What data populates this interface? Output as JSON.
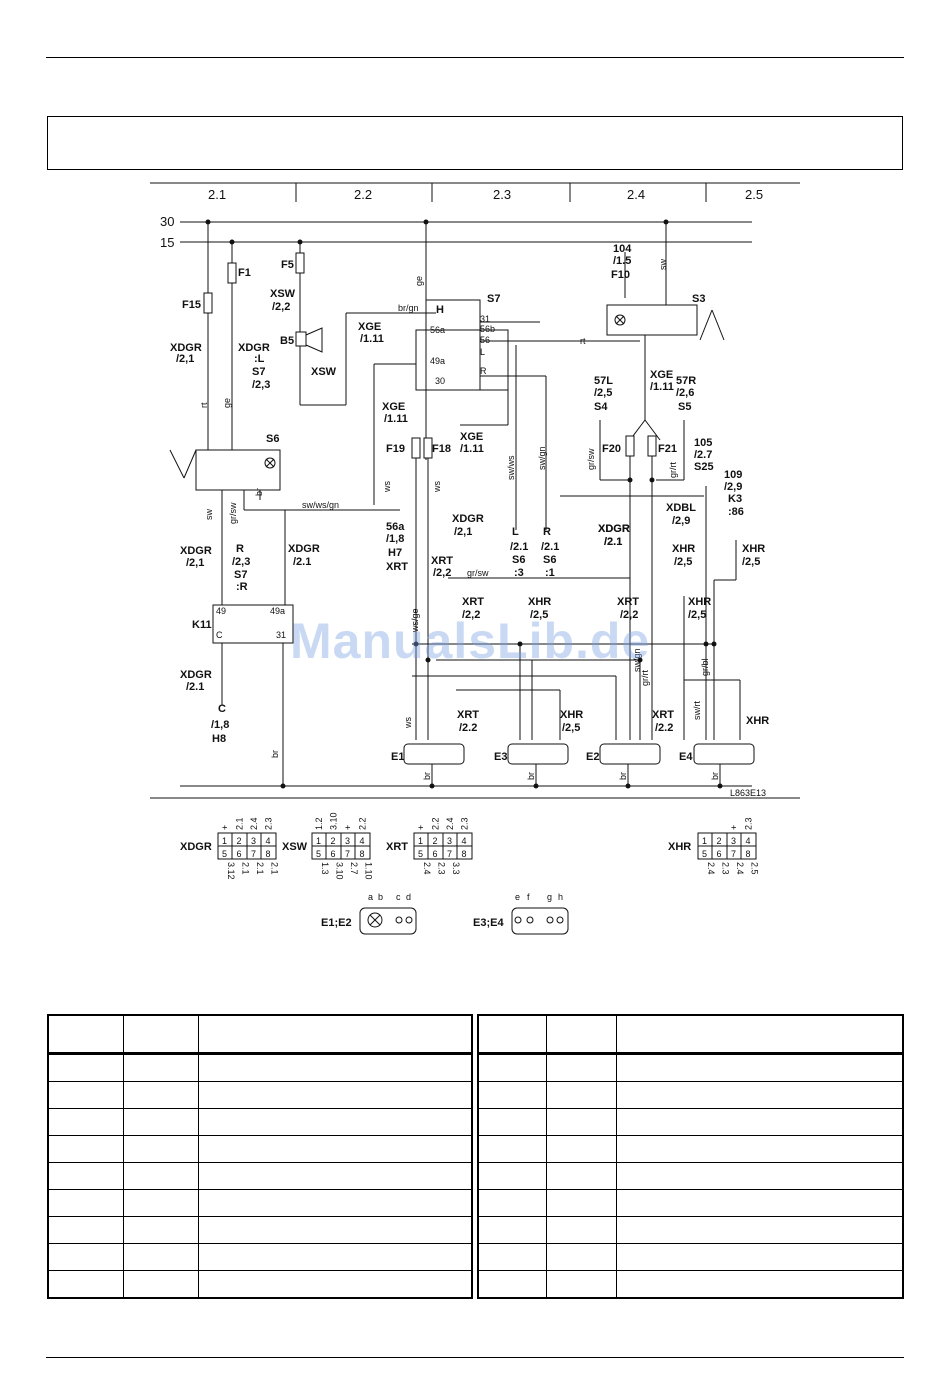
{
  "columns": [
    "2.1",
    "2.2",
    "2.3",
    "2.4",
    "2.5"
  ],
  "rails": [
    "30",
    "15"
  ],
  "drawing_code": "L863E13",
  "watermark": "ManualsLib.de",
  "labels": [
    {
      "id": "f15",
      "text": "F15"
    },
    {
      "id": "f1",
      "text": "F1"
    },
    {
      "id": "f5",
      "text": "F5"
    },
    {
      "id": "xdgr1",
      "text": "XDGR"
    },
    {
      "id": "xdgr1r",
      "text": "/2,1"
    },
    {
      "id": "xdgr2",
      "text": "XDGR"
    },
    {
      "id": "xdgr2b",
      "text": ":L"
    },
    {
      "id": "s7ref",
      "text": "S7"
    },
    {
      "id": "s7refb",
      "text": "/2,3"
    },
    {
      "id": "xsw1",
      "text": "XSW"
    },
    {
      "id": "xsw1r",
      "text": "/2,2"
    },
    {
      "id": "b5",
      "text": "B5"
    },
    {
      "id": "xsw2",
      "text": "XSW"
    },
    {
      "id": "xge1",
      "text": "XGE"
    },
    {
      "id": "xge1r",
      "text": "/1.11"
    },
    {
      "id": "h",
      "text": "H"
    },
    {
      "id": "brgn",
      "text": "br/gn"
    },
    {
      "id": "s7",
      "text": "S7"
    },
    {
      "id": "t31",
      "text": "31"
    },
    {
      "id": "t56a",
      "text": "56a"
    },
    {
      "id": "t56b",
      "text": "56b"
    },
    {
      "id": "t56",
      "text": "56"
    },
    {
      "id": "t49a",
      "text": "49a"
    },
    {
      "id": "tL",
      "text": "L"
    },
    {
      "id": "tR",
      "text": "R"
    },
    {
      "id": "t30",
      "text": "30"
    },
    {
      "id": "ge",
      "text": "ge"
    },
    {
      "id": "rt1",
      "text": "rt"
    },
    {
      "id": "n104",
      "text": "104"
    },
    {
      "id": "n15",
      "text": "/1.5"
    },
    {
      "id": "f10",
      "text": "F10"
    },
    {
      "id": "s3",
      "text": "S3"
    },
    {
      "id": "xge3",
      "text": "XGE"
    },
    {
      "id": "xge3r",
      "text": "/1.11"
    },
    {
      "id": "l57",
      "text": "57L"
    },
    {
      "id": "l57r",
      "text": "/2,5"
    },
    {
      "id": "s4",
      "text": "S4"
    },
    {
      "id": "r57",
      "text": "57R"
    },
    {
      "id": "r57r",
      "text": "/2,6"
    },
    {
      "id": "s5",
      "text": "S5"
    },
    {
      "id": "xge2",
      "text": "XGE"
    },
    {
      "id": "xge2r",
      "text": "/1.11"
    },
    {
      "id": "xge4",
      "text": "XGE"
    },
    {
      "id": "xge4r",
      "text": "/1.11"
    },
    {
      "id": "f19",
      "text": "F19"
    },
    {
      "id": "f18",
      "text": "F18"
    },
    {
      "id": "f20",
      "text": "F20"
    },
    {
      "id": "f21",
      "text": "F21"
    },
    {
      "id": "s6",
      "text": "S6"
    },
    {
      "id": "swwsgn",
      "text": "sw/ws/gn"
    },
    {
      "id": "swws",
      "text": "sw/ws"
    },
    {
      "id": "swgn",
      "text": "sw/gn"
    },
    {
      "id": "n105",
      "text": "105"
    },
    {
      "id": "n27",
      "text": "/2.7"
    },
    {
      "id": "s25",
      "text": "S25"
    },
    {
      "id": "n109",
      "text": "109"
    },
    {
      "id": "n29",
      "text": "/2,9"
    },
    {
      "id": "k3",
      "text": "K3"
    },
    {
      "id": "k386",
      "text": ":86"
    },
    {
      "id": "xdbl",
      "text": "XDBL"
    },
    {
      "id": "xdblr",
      "text": "/2,9"
    },
    {
      "id": "xhr1",
      "text": "XHR"
    },
    {
      "id": "xhr1r",
      "text": "/2,5"
    },
    {
      "id": "xhr2",
      "text": "XHR"
    },
    {
      "id": "xhr2r",
      "text": "/2,5"
    },
    {
      "id": "xdgr3",
      "text": "XDGR"
    },
    {
      "id": "xdgr3r",
      "text": "/2.1"
    },
    {
      "id": "xdgr4",
      "text": "XDGR"
    },
    {
      "id": "xdgr4r",
      "text": "/2,1"
    },
    {
      "id": "r1",
      "text": "R"
    },
    {
      "id": "r23",
      "text": "/2,3"
    },
    {
      "id": "s7r",
      "text": "S7"
    },
    {
      "id": "s7rr",
      "text": ":R"
    },
    {
      "id": "xdgr5",
      "text": "XDGR"
    },
    {
      "id": "xdgr5r",
      "text": "/2.1"
    },
    {
      "id": "n56a",
      "text": "56a"
    },
    {
      "id": "n18",
      "text": "/1,8"
    },
    {
      "id": "h7",
      "text": "H7"
    },
    {
      "id": "xrt1",
      "text": "XRT"
    },
    {
      "id": "xrt2",
      "text": "XRT"
    },
    {
      "id": "xrt2r",
      "text": "/2,2"
    },
    {
      "id": "xdgr6",
      "text": "XDGR"
    },
    {
      "id": "xdgr6r",
      "text": "/2,1"
    },
    {
      "id": "l1",
      "text": "L"
    },
    {
      "id": "l1r",
      "text": "/2.1"
    },
    {
      "id": "s6a",
      "text": "S6"
    },
    {
      "id": "s6a3",
      "text": ":3"
    },
    {
      "id": "r2",
      "text": "R"
    },
    {
      "id": "r2r",
      "text": "/2.1"
    },
    {
      "id": "s6b",
      "text": "S6"
    },
    {
      "id": "s6b1",
      "text": ":1"
    },
    {
      "id": "xdgr7",
      "text": "XDGR"
    },
    {
      "id": "xdgr7r",
      "text": "/2.1"
    },
    {
      "id": "grsw1",
      "text": "gr/sw"
    },
    {
      "id": "grsw2",
      "text": "gr/sw"
    },
    {
      "id": "grsw3",
      "text": "gr/sw"
    },
    {
      "id": "grrt1",
      "text": "gr/rt"
    },
    {
      "id": "grrt2",
      "text": "gr/rt"
    },
    {
      "id": "sw1",
      "text": "sw"
    },
    {
      "id": "sw2",
      "text": "sw"
    },
    {
      "id": "xrt3",
      "text": "XRT"
    },
    {
      "id": "xrt3r",
      "text": "/2,2"
    },
    {
      "id": "xhr3",
      "text": "XHR"
    },
    {
      "id": "xhr3r",
      "text": "/2,5"
    },
    {
      "id": "xrt4",
      "text": "XRT"
    },
    {
      "id": "xrt4r",
      "text": "/2,2"
    },
    {
      "id": "xhr4",
      "text": "XHR"
    },
    {
      "id": "xhr4r",
      "text": "/2,5"
    },
    {
      "id": "k11",
      "text": "K11"
    },
    {
      "id": "k49",
      "text": "49"
    },
    {
      "id": "k49a",
      "text": "49a"
    },
    {
      "id": "kc",
      "text": "C"
    },
    {
      "id": "k31",
      "text": "31"
    },
    {
      "id": "xdgr8",
      "text": "XDGR"
    },
    {
      "id": "xdgr8r",
      "text": "/2.1"
    },
    {
      "id": "c1",
      "text": "C"
    },
    {
      "id": "c18",
      "text": "/1,8"
    },
    {
      "id": "h8",
      "text": "H8"
    },
    {
      "id": "xrt5",
      "text": "XRT"
    },
    {
      "id": "xrt5r",
      "text": "/2.2"
    },
    {
      "id": "xhr5",
      "text": "XHR"
    },
    {
      "id": "xhr5r",
      "text": "/2,5"
    },
    {
      "id": "xrt6",
      "text": "XRT"
    },
    {
      "id": "xrt6r",
      "text": "/2.2"
    },
    {
      "id": "xhr6",
      "text": "XHR"
    },
    {
      "id": "swgn2",
      "text": "sw/gn"
    },
    {
      "id": "swrt",
      "text": "sw/rt"
    },
    {
      "id": "grbl",
      "text": "gr/bl"
    },
    {
      "id": "ws1",
      "text": "ws"
    },
    {
      "id": "ws2",
      "text": "ws"
    },
    {
      "id": "wsge",
      "text": "ws/ge"
    },
    {
      "id": "ws3",
      "text": "ws"
    },
    {
      "id": "rt2",
      "text": "rt"
    },
    {
      "id": "ge2",
      "text": "ge"
    },
    {
      "id": "br1",
      "text": "br"
    },
    {
      "id": "br2",
      "text": "br"
    },
    {
      "id": "br3",
      "text": "br"
    },
    {
      "id": "br4",
      "text": "br"
    },
    {
      "id": "br5",
      "text": "br"
    },
    {
      "id": "br6",
      "text": "br"
    },
    {
      "id": "e1",
      "text": "E1"
    },
    {
      "id": "e3",
      "text": "E3"
    },
    {
      "id": "e2",
      "text": "E2"
    },
    {
      "id": "e4",
      "text": "E4"
    }
  ],
  "connector_tables": [
    {
      "name": "XDGR",
      "top": [
        "+",
        "2.1",
        "2.4",
        "2.3"
      ],
      "row1": [
        "1",
        "2",
        "3",
        "4"
      ],
      "row2": [
        "5",
        "6",
        "7",
        "8"
      ],
      "bottom": [
        "3.12",
        "2.1",
        "2.1",
        "2.1"
      ]
    },
    {
      "name": "XSW",
      "top": [
        "1.2",
        "3.10",
        "+",
        "2.2"
      ],
      "row1": [
        "1",
        "2",
        "3",
        "4"
      ],
      "row2": [
        "5",
        "6",
        "7",
        "8"
      ],
      "bottom": [
        "1.3",
        "3.10",
        "2.7",
        "1.10"
      ]
    },
    {
      "name": "XRT",
      "top": [
        "+",
        "2.2",
        "2.4",
        "2.3"
      ],
      "row1": [
        "1",
        "2",
        "3",
        "4"
      ],
      "row2": [
        "5",
        "6",
        "7",
        "8"
      ],
      "bottom": [
        "2.4",
        "2.3",
        "3.3",
        ""
      ]
    },
    {
      "name": "XHR",
      "top": [
        "",
        "",
        "+",
        "2.3"
      ],
      "row1": [
        "1",
        "2",
        "3",
        "4"
      ],
      "row2": [
        "5",
        "6",
        "7",
        "8"
      ],
      "bottom": [
        "2.4",
        "2.3",
        "2.4",
        "2.5"
      ]
    }
  ],
  "lamp_connectors": [
    {
      "name": "E1;E2",
      "pins": [
        "a",
        "b",
        "c",
        "d"
      ]
    },
    {
      "name": "E3;E4",
      "pins": [
        "e",
        "f",
        "g",
        "h"
      ]
    }
  ]
}
